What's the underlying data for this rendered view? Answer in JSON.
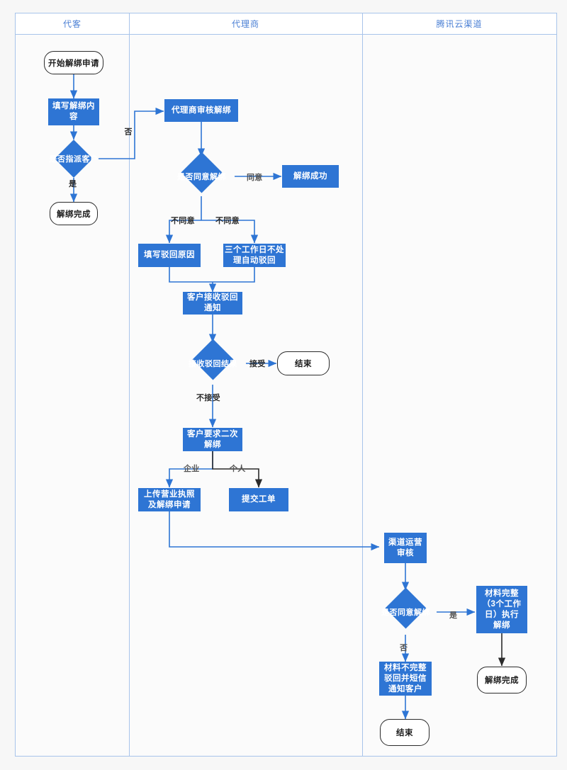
{
  "diagram": {
    "type": "swimlane-flowchart",
    "background": "#f7f7f7",
    "accent": "#2e75d4",
    "lane_border": "#a8c4ea",
    "lanes": [
      {
        "id": "lane-customer",
        "label": "代客"
      },
      {
        "id": "lane-agent",
        "label": "代理商"
      },
      {
        "id": "lane-tencent",
        "label": "腾讯云渠道"
      }
    ],
    "nodes": {
      "start_apply": {
        "label": "开始解绑申请",
        "shape": "terminator",
        "lane": "代客"
      },
      "fill_content": {
        "label": "填写解绑内容",
        "shape": "process",
        "lane": "代客"
      },
      "assign_customer": {
        "label": "是否指派客户",
        "shape": "decision",
        "lane": "代客"
      },
      "unbind_done_left": {
        "label": "解绑完成",
        "shape": "terminator",
        "lane": "代客"
      },
      "agent_review": {
        "label": "代理商审核解绑",
        "shape": "process",
        "lane": "代理商"
      },
      "agree_unbind": {
        "label": "是否同意解绑",
        "shape": "decision",
        "lane": "代理商"
      },
      "unbind_success": {
        "label": "解绑成功",
        "shape": "process",
        "lane": "代理商"
      },
      "fill_reject_reason": {
        "label": "填写驳回原因",
        "shape": "process",
        "lane": "代理商"
      },
      "auto_reject_3days": {
        "label": "三个工作日不处理自动驳回",
        "shape": "process",
        "lane": "代理商"
      },
      "customer_notice": {
        "label": "客户接收驳回通知",
        "shape": "process",
        "lane": "代理商"
      },
      "reject_result": {
        "label": "接收驳回结果",
        "shape": "decision",
        "lane": "代理商"
      },
      "end_agent": {
        "label": "结束",
        "shape": "terminator",
        "lane": "代理商"
      },
      "second_request": {
        "label": "客户要求二次解绑",
        "shape": "process",
        "lane": "代理商"
      },
      "upload_license": {
        "label": "上传营业执照及解绑申请",
        "shape": "process",
        "lane": "代理商"
      },
      "submit_ticket": {
        "label": "提交工单",
        "shape": "process",
        "lane": "代理商"
      },
      "channel_review": {
        "label": "渠道运营审核",
        "shape": "process",
        "lane": "腾讯云渠道"
      },
      "agree_unbind2": {
        "label": "是否同意解绑",
        "shape": "decision",
        "lane": "腾讯云渠道"
      },
      "material_complete": {
        "label": "材料完整（3个工作日）执行解绑",
        "shape": "process",
        "lane": "腾讯云渠道"
      },
      "material_reject": {
        "label": "材料不完整驳回并短信通知客户",
        "shape": "process",
        "lane": "腾讯云渠道"
      },
      "unbind_done_right": {
        "label": "解绑完成",
        "shape": "terminator",
        "lane": "腾讯云渠道"
      },
      "end_tencent": {
        "label": "结束",
        "shape": "terminator",
        "lane": "腾讯云渠道"
      }
    },
    "node_lines": {
      "fill_content": [
        "填写解绑内",
        "容"
      ],
      "auto_reject_3days": [
        "三个工作日不处",
        "理自动驳回"
      ],
      "customer_notice": [
        "客户接收驳回",
        "通知"
      ],
      "second_request": [
        "客户要求二次",
        "解绑"
      ],
      "upload_license": [
        "上传营业执照",
        "及解绑申请"
      ],
      "channel_review": [
        "渠道运营",
        "审核"
      ],
      "material_complete": [
        "材料完整",
        "（3个工作",
        "日）执行",
        "解绑"
      ],
      "material_reject": [
        "材料不完整",
        "驳回并短信",
        "通知客户"
      ]
    },
    "edge_labels": {
      "no_assign": "否",
      "yes_assign": "是",
      "agree": "同意",
      "disagree_left": "不同意",
      "disagree_right": "不同意",
      "accept": "接受",
      "not_accept": "不接受",
      "enterprise": "企业",
      "individual": "个人",
      "yes_channel": "是",
      "no_channel": "否"
    }
  }
}
